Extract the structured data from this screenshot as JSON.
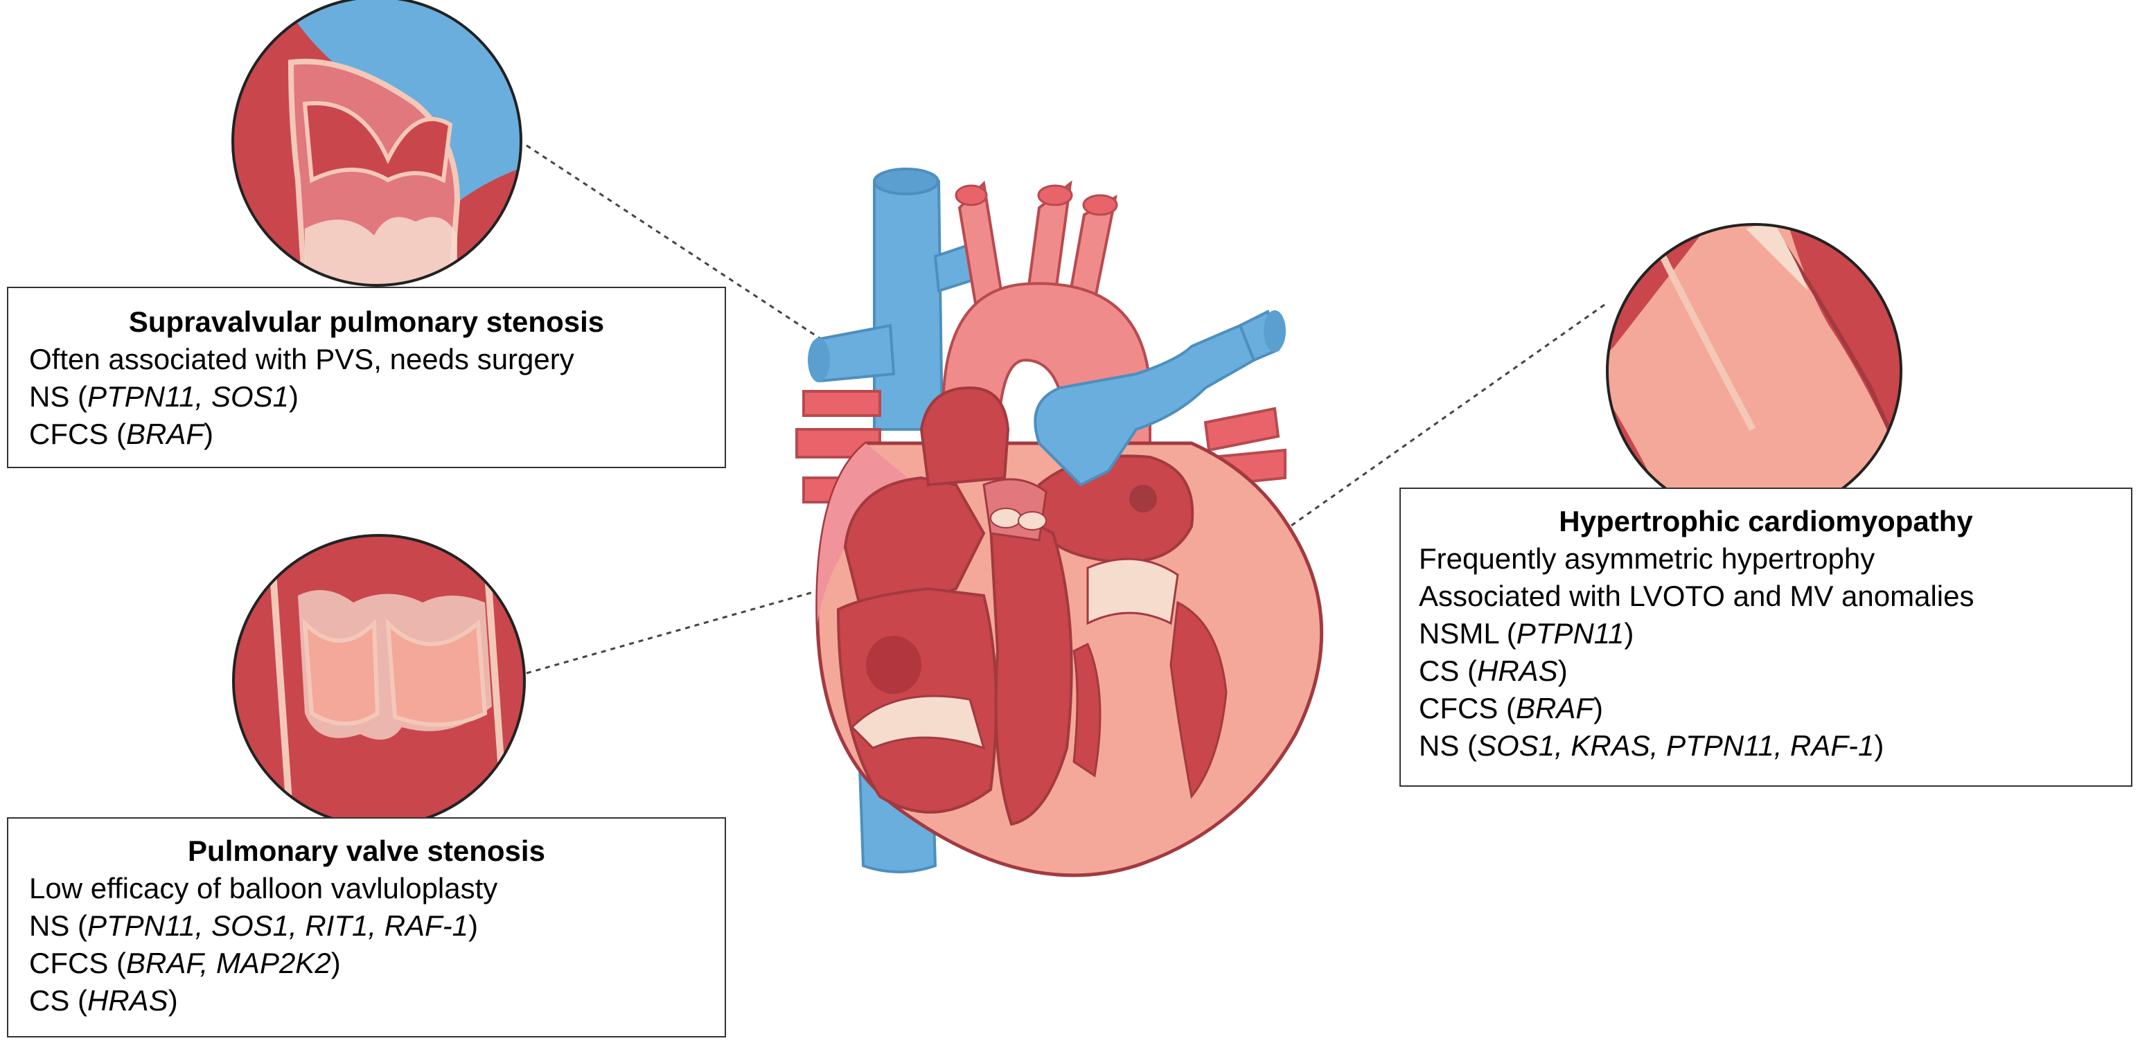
{
  "callouts": {
    "supravalvular": {
      "title": "Supravalvular pulmonary stenosis",
      "lines": [
        {
          "prefix": "Often associated with PVS, needs surgery",
          "genes": "",
          "suffix": ""
        },
        {
          "prefix": "NS (",
          "genes": "PTPN11, SOS1",
          "suffix": ")"
        },
        {
          "prefix": "CFCS (",
          "genes": "BRAF",
          "suffix": ")"
        }
      ]
    },
    "pulmonary_valve": {
      "title": "Pulmonary valve stenosis",
      "lines": [
        {
          "prefix": "Low efficacy of balloon vavluloplasty",
          "genes": "",
          "suffix": ""
        },
        {
          "prefix": "NS (",
          "genes": "PTPN11, SOS1, RIT1, RAF-1",
          "suffix": ")"
        },
        {
          "prefix": "CFCS (",
          "genes": "BRAF, MAP2K2",
          "suffix": ")"
        },
        {
          "prefix": "CS (",
          "genes": "HRAS",
          "suffix": ")"
        }
      ]
    },
    "hypertrophic": {
      "title": "Hypertrophic cardiomyopathy",
      "lines": [
        {
          "prefix": "Frequently asymmetric hypertrophy",
          "genes": "",
          "suffix": ""
        },
        {
          "prefix": "Associated with LVOTO and MV anomalies",
          "genes": "",
          "suffix": ""
        },
        {
          "prefix": "NSML (",
          "genes": "PTPN11",
          "suffix": ")"
        },
        {
          "prefix": "CS (",
          "genes": "HRAS",
          "suffix": ")"
        },
        {
          "prefix": "CFCS (",
          "genes": "BRAF",
          "suffix": ")"
        },
        {
          "prefix": "NS (",
          "genes": "SOS1, KRAS, PTPN11, RAF-1",
          "suffix": ")"
        }
      ]
    }
  },
  "colors": {
    "vessel_blue": "#6aaedd",
    "artery_red": "#e8646a",
    "muscle_dark": "#c9464c",
    "chamber_pink": "#f4a899",
    "valve_cream": "#f6dccd",
    "outline": "#a23a40"
  }
}
